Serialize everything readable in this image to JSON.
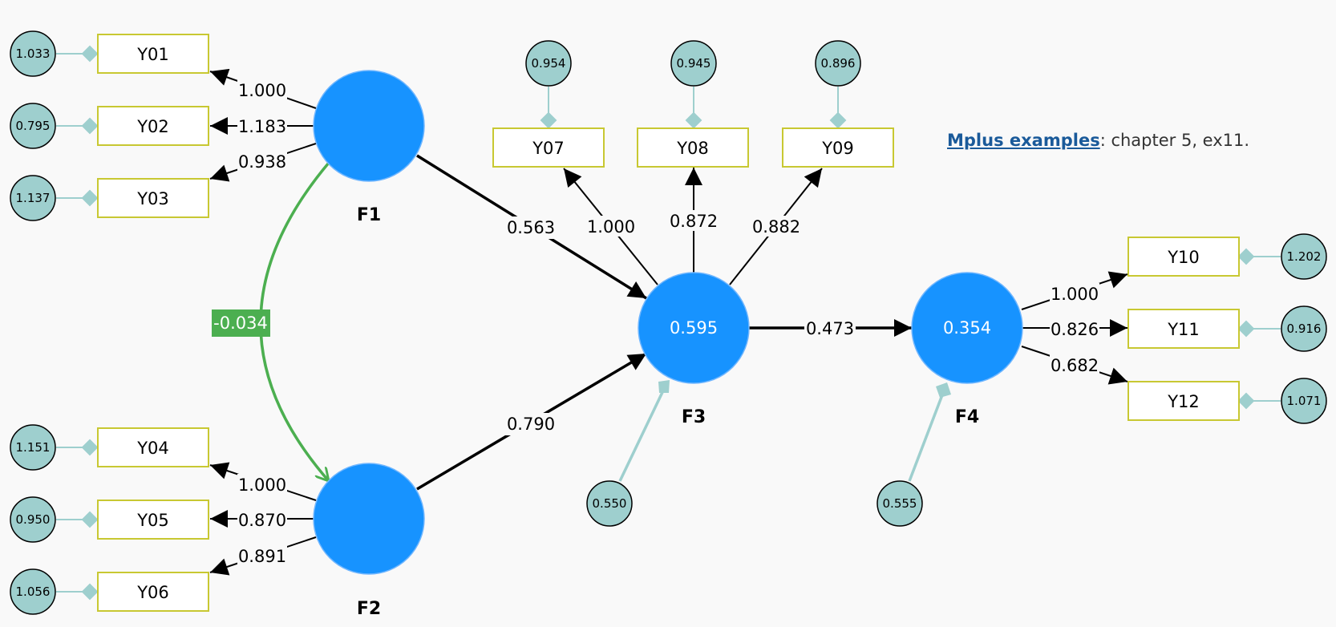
{
  "caption": {
    "link_text": "Mplus examples",
    "rest_text": ": chapter 5, ex11."
  },
  "colors": {
    "factor": "#1793ff",
    "residual": "#9ecfce",
    "indicator_border": "#c8c832",
    "covariance": "#4caf50",
    "arrow": "#000000"
  },
  "factors": {
    "F1": {
      "name": "F1",
      "value": ""
    },
    "F2": {
      "name": "F2",
      "value": ""
    },
    "F3": {
      "name": "F3",
      "value": "0.595"
    },
    "F4": {
      "name": "F4",
      "value": "0.354"
    }
  },
  "indicators": {
    "Y01": {
      "name": "Y01",
      "residual": "1.033",
      "loading": "1.000"
    },
    "Y02": {
      "name": "Y02",
      "residual": "0.795",
      "loading": "1.183"
    },
    "Y03": {
      "name": "Y03",
      "residual": "1.137",
      "loading": "0.938"
    },
    "Y04": {
      "name": "Y04",
      "residual": "1.151",
      "loading": "1.000"
    },
    "Y05": {
      "name": "Y05",
      "residual": "0.950",
      "loading": "0.870"
    },
    "Y06": {
      "name": "Y06",
      "residual": "1.056",
      "loading": "0.891"
    },
    "Y07": {
      "name": "Y07",
      "residual": "0.954",
      "loading": "1.000"
    },
    "Y08": {
      "name": "Y08",
      "residual": "0.945",
      "loading": "0.872"
    },
    "Y09": {
      "name": "Y09",
      "residual": "0.896",
      "loading": "0.882"
    },
    "Y10": {
      "name": "Y10",
      "residual": "1.202",
      "loading": "1.000"
    },
    "Y11": {
      "name": "Y11",
      "residual": "0.916",
      "loading": "0.826"
    },
    "Y12": {
      "name": "Y12",
      "residual": "1.071",
      "loading": "0.682"
    }
  },
  "paths": {
    "F1_F3": "0.563",
    "F2_F3": "0.790",
    "F3_F4": "0.473"
  },
  "disturbances": {
    "F3": "0.550",
    "F4": "0.555"
  },
  "covariance": {
    "F1_F2": "-0.034"
  }
}
